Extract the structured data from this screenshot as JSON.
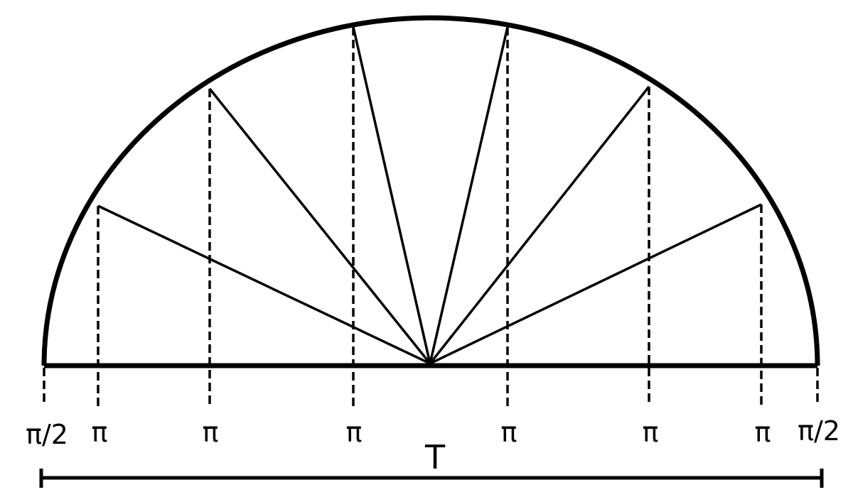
{
  "diagram": {
    "stroke_color": "#000000",
    "background": "#ffffff",
    "end_label": "π/2",
    "tick_labels": [
      "π",
      "π",
      "π",
      "π",
      "π",
      "π"
    ],
    "span_label": "T"
  }
}
